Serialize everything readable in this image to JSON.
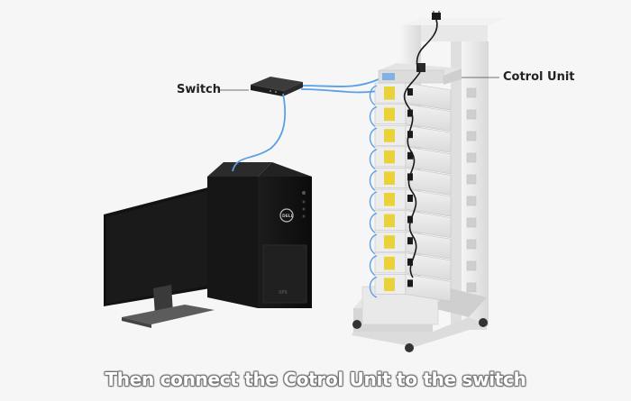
{
  "labels": {
    "switch": "Switch",
    "control_unit": "Cotrol Unit"
  },
  "caption": "Then connect the Cotrol Unit to the switch",
  "colors": {
    "background": "#f6f6f6",
    "cable_blue": "#5aa0e6",
    "cable_black": "#1a1a1a",
    "battery_yellow": "#e9d23a",
    "rack_white": "#ebebeb"
  },
  "rack": {
    "battery_module_count": 10
  },
  "icons": [
    "monitor-icon",
    "pc-tower-icon",
    "network-switch-icon",
    "battery-rack-icon",
    "dell-logo-icon"
  ]
}
